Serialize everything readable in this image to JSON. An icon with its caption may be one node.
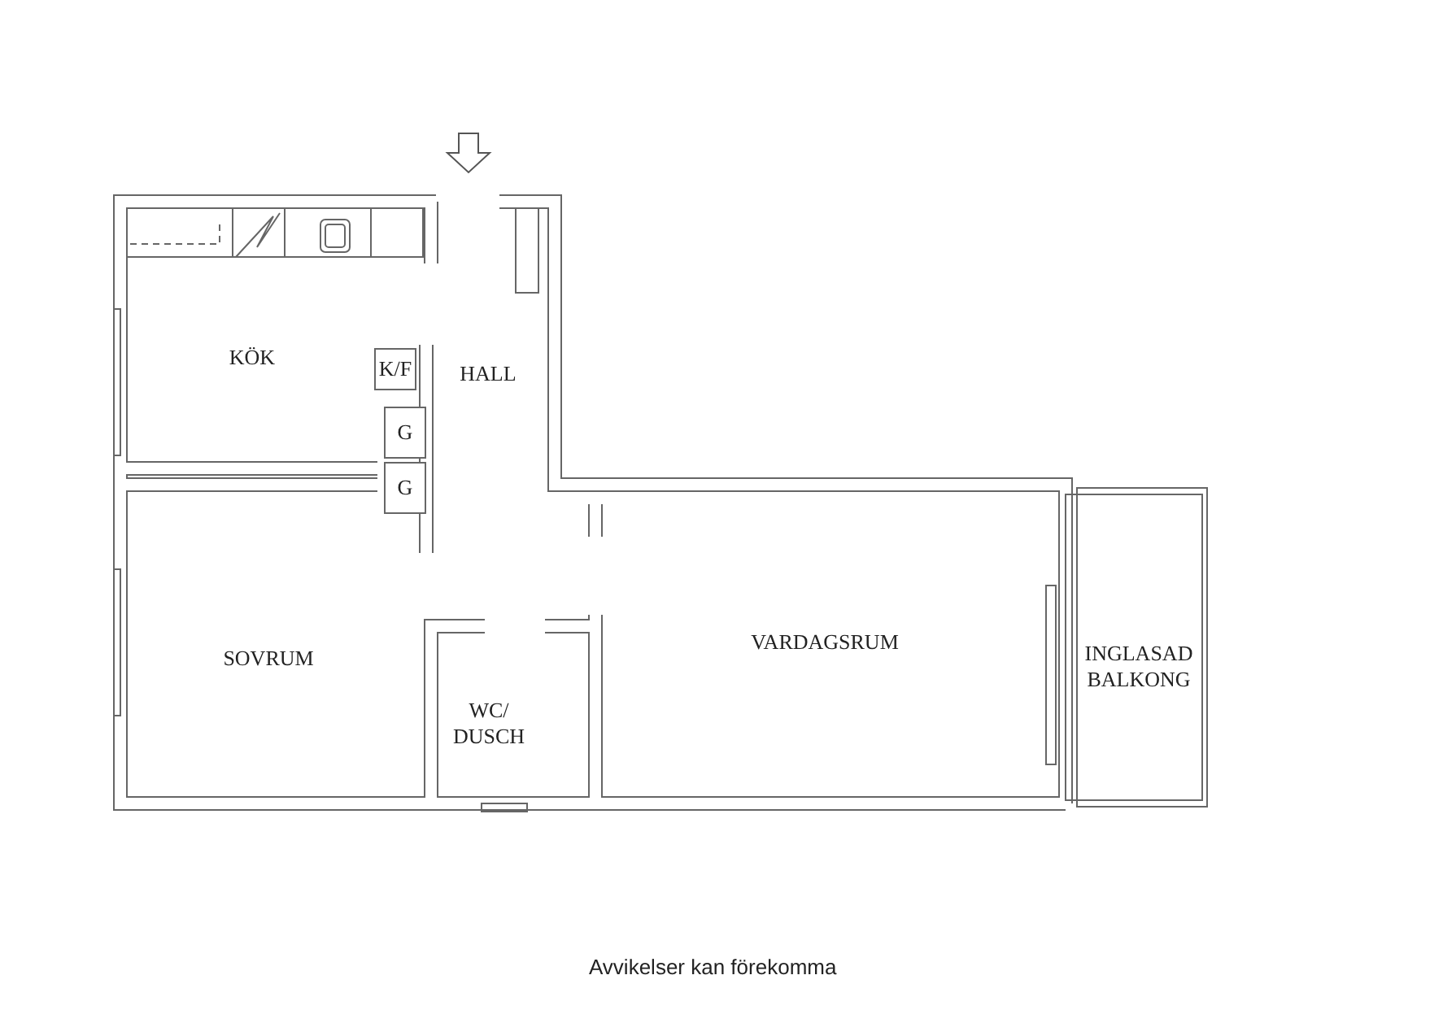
{
  "diagram": {
    "caption": "Avvikelser kan förekomma",
    "nodes": [
      {
        "text": [
          "KÖK"
        ]
      },
      {
        "text": [
          "HALL"
        ]
      },
      {
        "text": [
          "K/F"
        ]
      },
      {
        "text": [
          "G"
        ]
      },
      {
        "text": [
          "G"
        ]
      },
      {
        "text": [
          "SOVRUM"
        ]
      },
      {
        "text": [
          "WC/ DUSCH"
        ]
      },
      {
        "text": [
          "VARDAGSRUM"
        ]
      },
      {
        "text": [
          "INGLASAD BALKONG"
        ]
      }
    ]
  }
}
